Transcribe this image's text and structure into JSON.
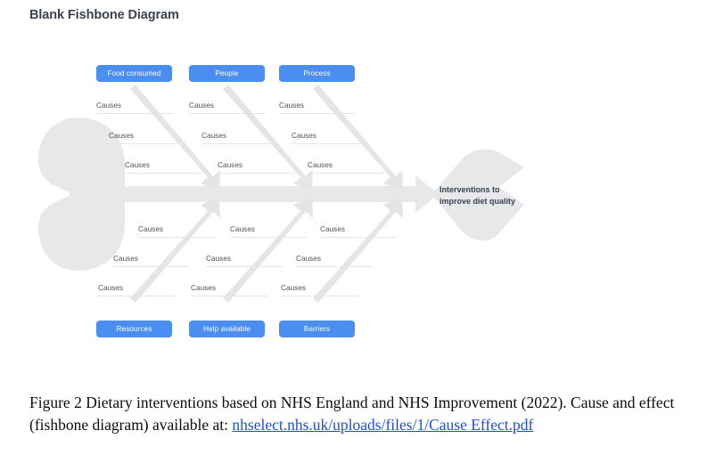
{
  "page": {
    "title": "Blank Fishbone Diagram",
    "background_color": "#ffffff"
  },
  "theme": {
    "box_fill": "#4a8ef2",
    "box_text": "#ffffff",
    "bone_color": "#e4e5e7",
    "spine_color": "#e7e8ea",
    "rule_color": "#e2e4e8",
    "cause_text": "#4b525e",
    "title_text": "#3b4250",
    "link_color": "#1b4fd8"
  },
  "diagram": {
    "type": "fishbone",
    "effect": {
      "label": "Interventions to improve diet quality",
      "position": "head-right"
    },
    "top_categories": [
      {
        "label": "Food consumed",
        "causes": [
          "Causes",
          "Causes",
          "Causes"
        ]
      },
      {
        "label": "People",
        "causes": [
          "Causes",
          "Causes",
          "Causes"
        ]
      },
      {
        "label": "Process",
        "causes": [
          "Causes",
          "Causes",
          "Causes"
        ]
      }
    ],
    "bottom_categories": [
      {
        "label": "Resources",
        "causes": [
          "Causes",
          "Causes",
          "Causes"
        ]
      },
      {
        "label": "Help available",
        "causes": [
          "Causes",
          "Causes",
          "Causes"
        ]
      },
      {
        "label": "Barriers",
        "causes": [
          "Causes",
          "Causes",
          "Causes"
        ]
      }
    ]
  },
  "caption": {
    "text_before": "Figure 2 Dietary interventions based on NHS England and NHS Improvement (2022). Cause and effect (fishbone diagram) available at: ",
    "link_text": "nhselect.nhs.uk/uploads/files/1/Cause Effect.pdf"
  }
}
